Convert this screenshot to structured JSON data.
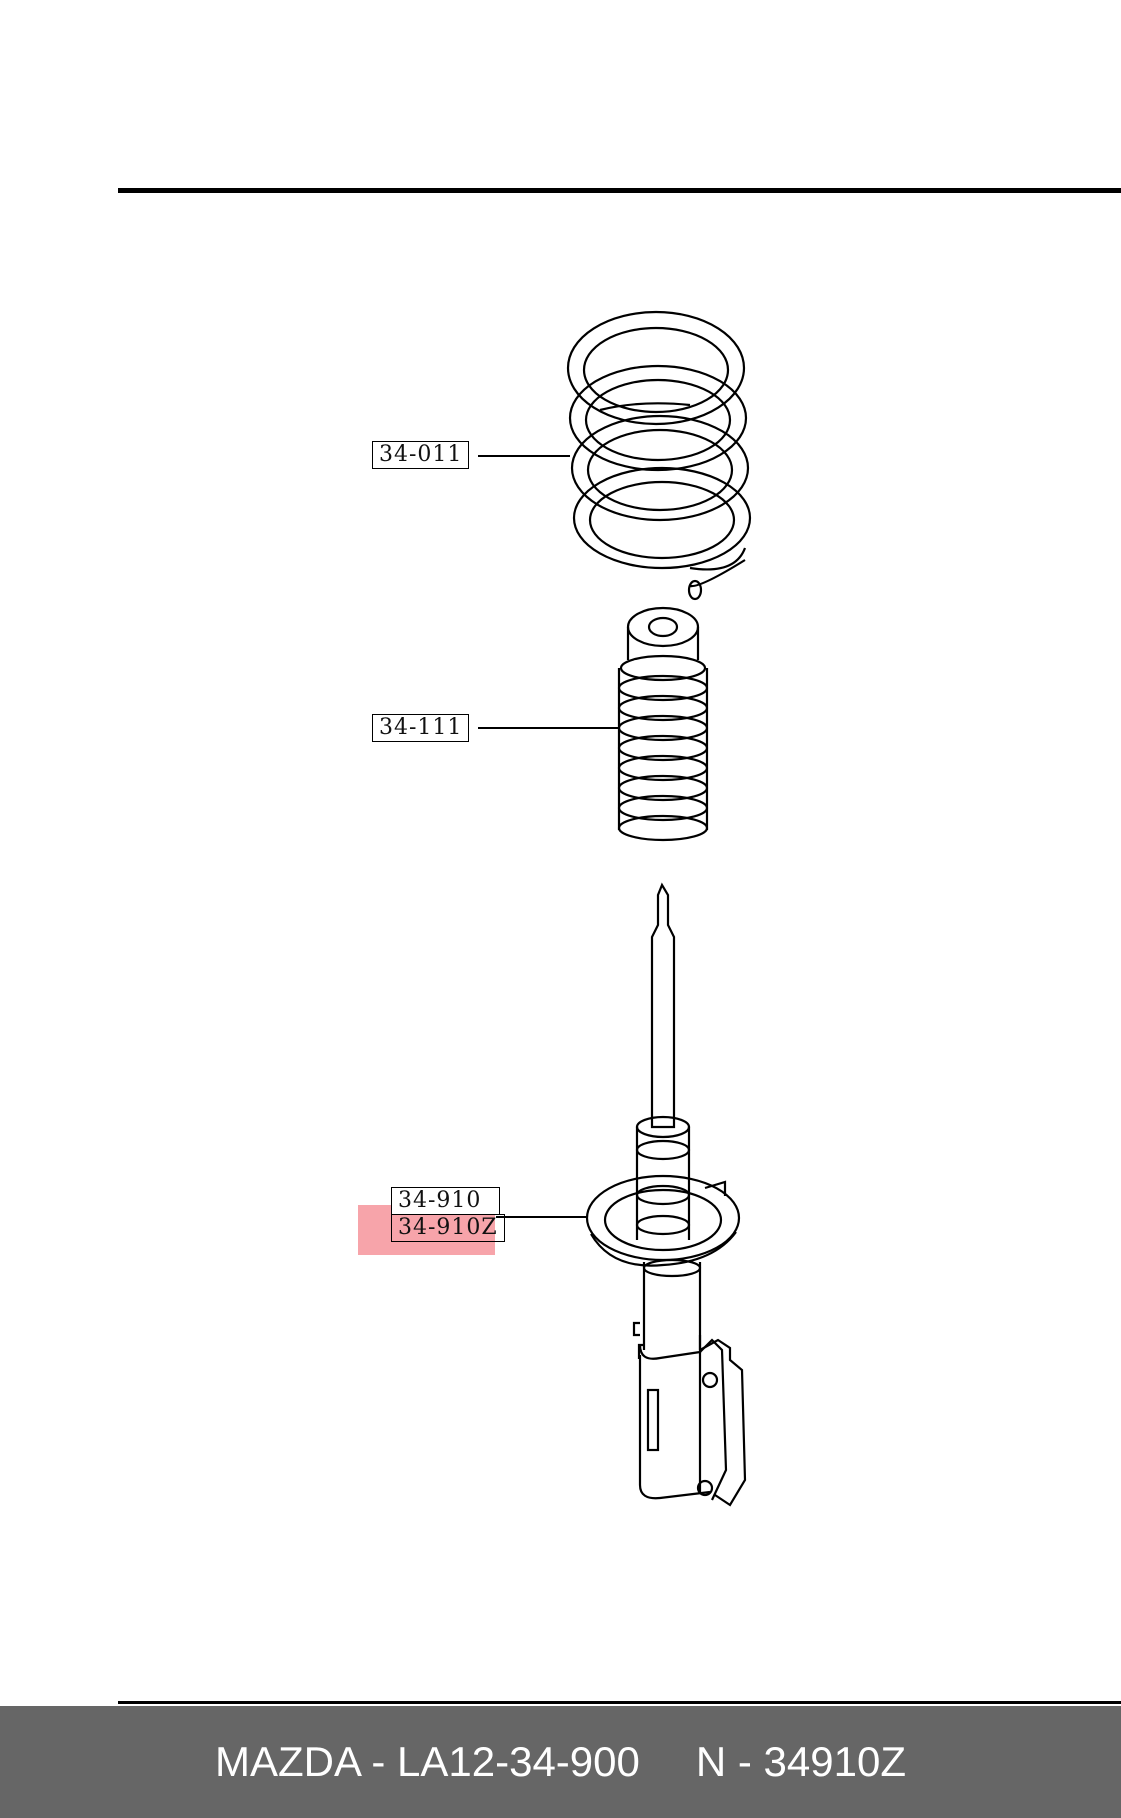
{
  "callouts": [
    {
      "id": "coil-spring",
      "label": "34-011"
    },
    {
      "id": "bump-stop",
      "label": "34-111"
    },
    {
      "id": "strut-a",
      "label": "34-910"
    },
    {
      "id": "strut-b",
      "label": "34-910Z"
    }
  ],
  "highlight_color": "#f05a64",
  "footer": {
    "brand_part": "MAZDA - LA12-34-900",
    "oem_part": "N - 34910Z"
  },
  "footer_bg": "#666666"
}
